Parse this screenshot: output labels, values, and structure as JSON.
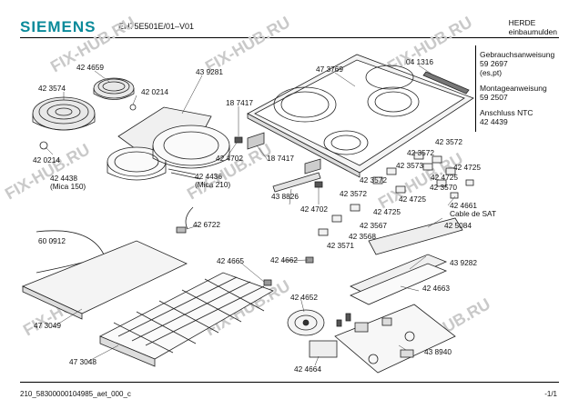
{
  "header": {
    "brand": "SIEMENS",
    "model": "EH75E501E/01–V01",
    "category_line1": "HERDE",
    "category_line2": "einbaumulden"
  },
  "docs": [
    {
      "title": "Gebrauchsanweisung",
      "value": "59 2697",
      "note": "(es,pt)"
    },
    {
      "title": "Montageanweisung",
      "value": "59 2507",
      "note": ""
    },
    {
      "title": "Anschluss NTC",
      "value": "42 4439",
      "note": ""
    }
  ],
  "labels": {
    "p424659": "42 4659",
    "p423574": "42 3574",
    "p420214a": "42 0214",
    "p420214b": "42 0214",
    "p439281": "43 9281",
    "p187417a": "18 7417",
    "p187417b": "18 7417",
    "p473769": "47 3769",
    "p041316": "04 1316",
    "p424438": "42 4438",
    "p424438note": "(Mica 150)",
    "p424436": "42 4436",
    "p424436note": "(Mica 210)",
    "p424702a": "42 4702",
    "p424702b": "42 4702",
    "p438826": "43 8826",
    "p423572a": "42 3572",
    "p423572b": "42 3572",
    "p423572c": "42 3572",
    "p423572d": "42 3572",
    "p423573": "42 3573",
    "p424725a": "42 4725",
    "p424725b": "42 4725",
    "p424725c": "42 4725",
    "p424725d": "42 4725",
    "p423570": "42 3570",
    "p424661": "42 4661",
    "p424661note": "Cable de SAT",
    "p423567": "42 3567",
    "p425084": "42 5084",
    "p423568": "42 3568",
    "p423571": "42 3571",
    "p426722": "42 6722",
    "p600912": "60 0912",
    "p424665": "42 4665",
    "p424662": "42 4662",
    "p439282": "43 9282",
    "p424663": "42 4663",
    "p424652": "42 4652",
    "p473049": "47 3049",
    "p473048": "47 3048",
    "p424664": "42 4664",
    "p438940": "43 8940"
  },
  "watermark": "FIX-HUB.RU",
  "footer": {
    "left": "210_58300000104985_aet_000_c",
    "right": "-1/1"
  }
}
